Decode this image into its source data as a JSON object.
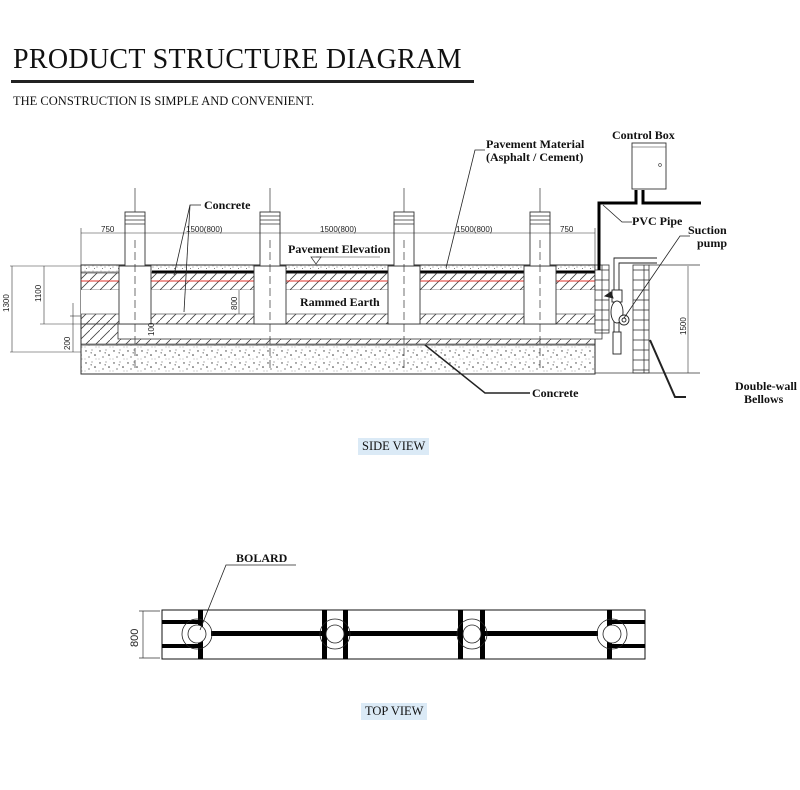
{
  "header": {
    "title": "PRODUCT STRUCTURE DIAGRAM",
    "subtitle": "THE CONSTRUCTION IS SIMPLE AND CONVENIENT."
  },
  "side_view": {
    "caption": "SIDE VIEW",
    "labels": {
      "concrete_top": "Concrete",
      "pavement_material_1": "Pavement Material",
      "pavement_material_2": "(Asphalt / Cement)",
      "control_box": "Control Box",
      "pvc_pipe": "PVC Pipe",
      "suction_pump_1": "Suction",
      "suction_pump_2": "pump",
      "pavement_elevation": "Pavement Elevation",
      "rammed_earth": "Rammed Earth",
      "concrete_bottom": "Concrete",
      "bellows_1": "Double-wall",
      "bellows_2": "Bellows"
    },
    "dimensions": {
      "left_margin": "750",
      "spacing_1": "1500(800)",
      "spacing_2": "1500(800)",
      "spacing_3": "1500(800)",
      "right_margin": "750",
      "total_depth": "1300",
      "bolard_depth": "1100",
      "base_depth": "200",
      "earth_depth": "800",
      "footing": "100",
      "well_depth": "1500"
    }
  },
  "top_view": {
    "caption": "TOP VIEW",
    "bolard_label": "BOLARD",
    "width_dim": "800"
  },
  "colors": {
    "red_line": "#e0302a",
    "caption_bg": "#dbeaf6"
  }
}
